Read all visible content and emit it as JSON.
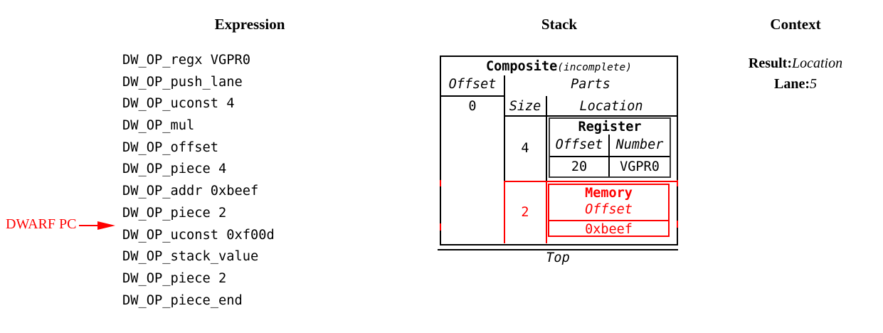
{
  "headers": {
    "expression": "Expression",
    "stack": "Stack",
    "context": "Context"
  },
  "expression": {
    "items": [
      "DW_OP_regx VGPR0",
      "DW_OP_push_lane",
      "DW_OP_uconst 4",
      "DW_OP_mul",
      "DW_OP_offset",
      "DW_OP_piece 4",
      "DW_OP_addr 0xbeef",
      "DW_OP_piece 2",
      "DW_OP_uconst 0xf00d",
      "DW_OP_stack_value",
      "DW_OP_piece 2",
      "DW_OP_piece_end"
    ],
    "pc": {
      "label": "DWARF PC",
      "points_to": "DW_OP_uconst 0xf00d"
    }
  },
  "stack": {
    "composite": {
      "title": "Composite",
      "qualifier": "(incomplete)",
      "offset_header": "Offset",
      "parts_header": "Parts",
      "offset_value": "0",
      "size_header": "Size",
      "location_header": "Location"
    },
    "parts": [
      {
        "size": "4",
        "location": {
          "type": "Register",
          "col1": "Offset",
          "col2": "Number",
          "val1": "20",
          "val2": "VGPR0"
        },
        "highlighted": false
      },
      {
        "size": "2",
        "location": {
          "type": "Memory",
          "col1": "Offset",
          "val1": "0xbeef"
        },
        "highlighted": true
      }
    ],
    "top_label": "Top"
  },
  "context": {
    "result_label": "Result:",
    "result_value": "Location",
    "lane_label": "Lane:",
    "lane_value": "5"
  },
  "colors": {
    "highlight": "#ff0000",
    "line": "#000000",
    "register_border": "#363636"
  }
}
